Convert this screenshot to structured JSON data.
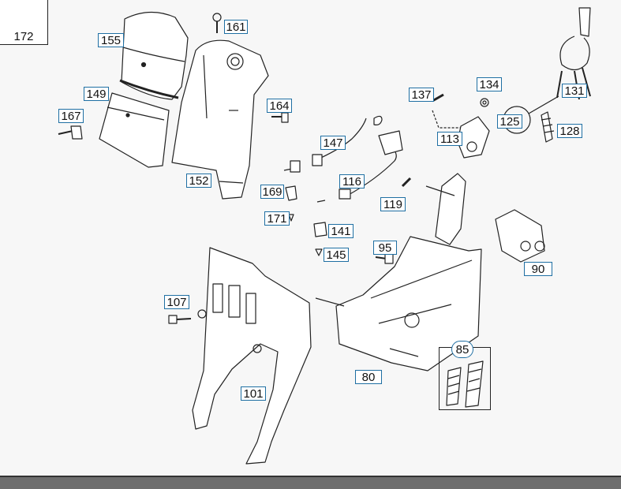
{
  "parts": {
    "p172": "172",
    "p155": "155",
    "p161": "161",
    "p149": "149",
    "p167": "167",
    "p164": "164",
    "p152": "152",
    "p147": "147",
    "p169": "169",
    "p171": "171",
    "p116": "116",
    "p119": "119",
    "p141": "141",
    "p145": "145",
    "p95": "95",
    "p137": "137",
    "p134": "134",
    "p125": "125",
    "p131": "131",
    "p128": "128",
    "p113": "113",
    "p90": "90",
    "p107": "107",
    "p101": "101",
    "p80": "80",
    "p85": "85"
  },
  "colors": {
    "label_border": "#1f6fa3",
    "line": "#222222",
    "background": "#f7f7f7"
  }
}
